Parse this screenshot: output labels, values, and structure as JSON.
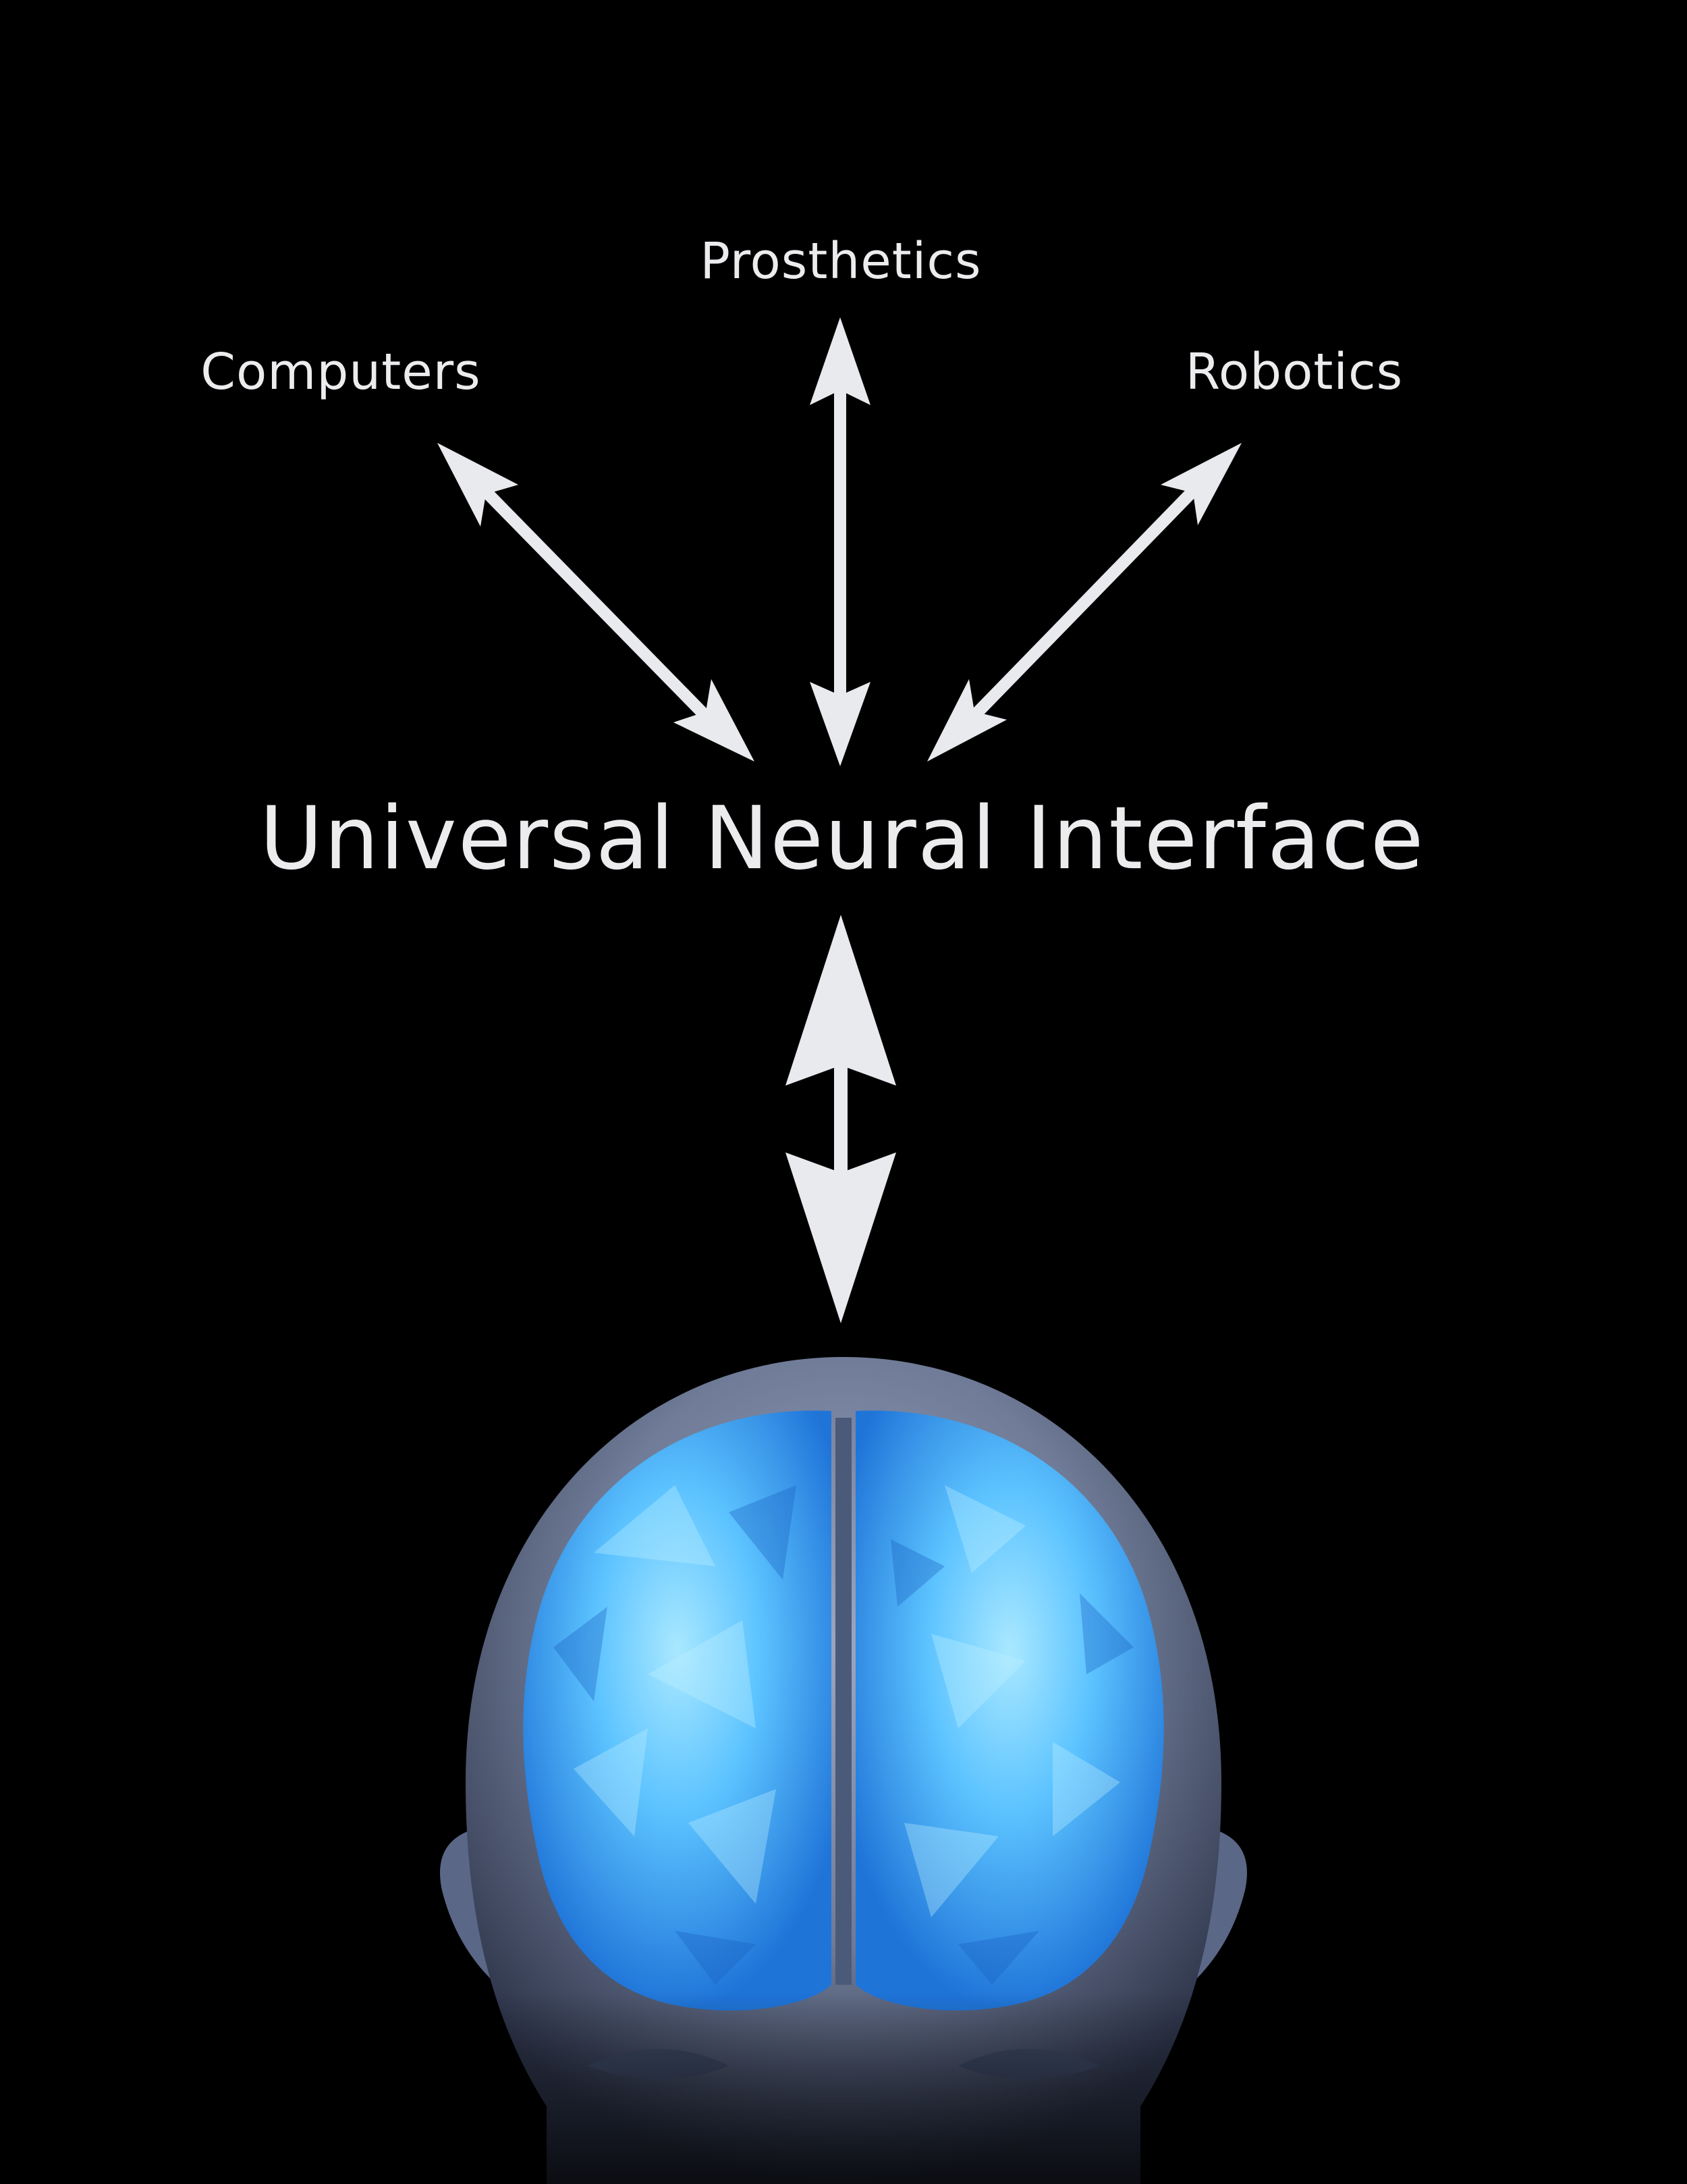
{
  "diagram": {
    "nodes": {
      "computers": "Computers",
      "prosthetics": "Prosthetics",
      "robotics": "Robotics",
      "hub": "Universal Neural Interface"
    },
    "colors": {
      "background": "#000000",
      "text": "#ececef",
      "arrow": "#e9eaee",
      "brain": "#5cc3ff",
      "head": "#7f8aa6"
    },
    "illustration": "brain-in-head-icon"
  }
}
